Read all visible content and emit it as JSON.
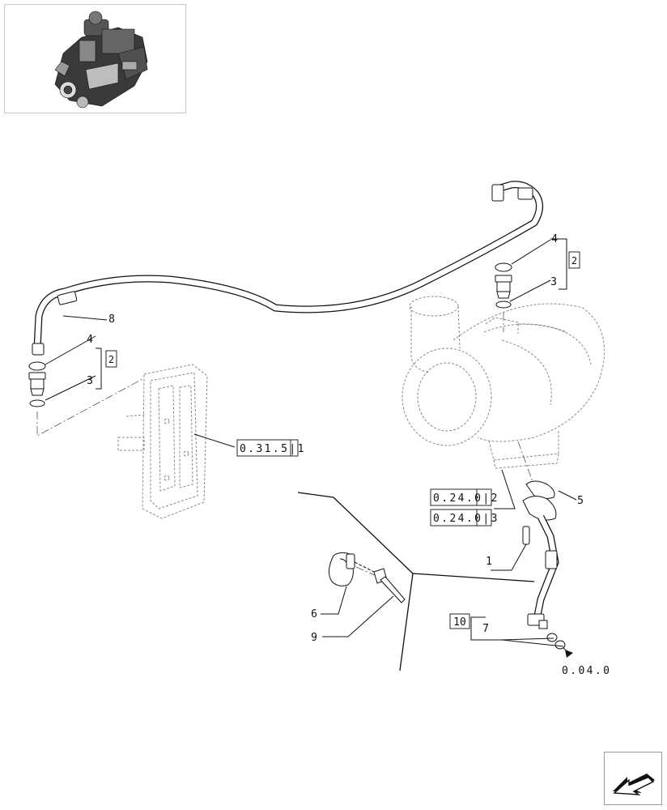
{
  "callouts": {
    "c1": "1",
    "c3a": "3",
    "c3b": "3",
    "c4a": "4",
    "c4b": "4",
    "c5": "5",
    "c6": "6",
    "c7": "7",
    "c8": "8",
    "c9": "9",
    "c10": "10"
  },
  "kit_labels": {
    "upper": "2",
    "left": "2"
  },
  "references": {
    "engine_block": "0.31.5|1",
    "turbo_a": "0.24.0|2",
    "turbo_b": "0.24.0|3",
    "return_line": "0.04.0"
  },
  "icons": {
    "thumbnail": "engine-thumbnail-icon",
    "nav": "arrow-left-nav-icon"
  }
}
